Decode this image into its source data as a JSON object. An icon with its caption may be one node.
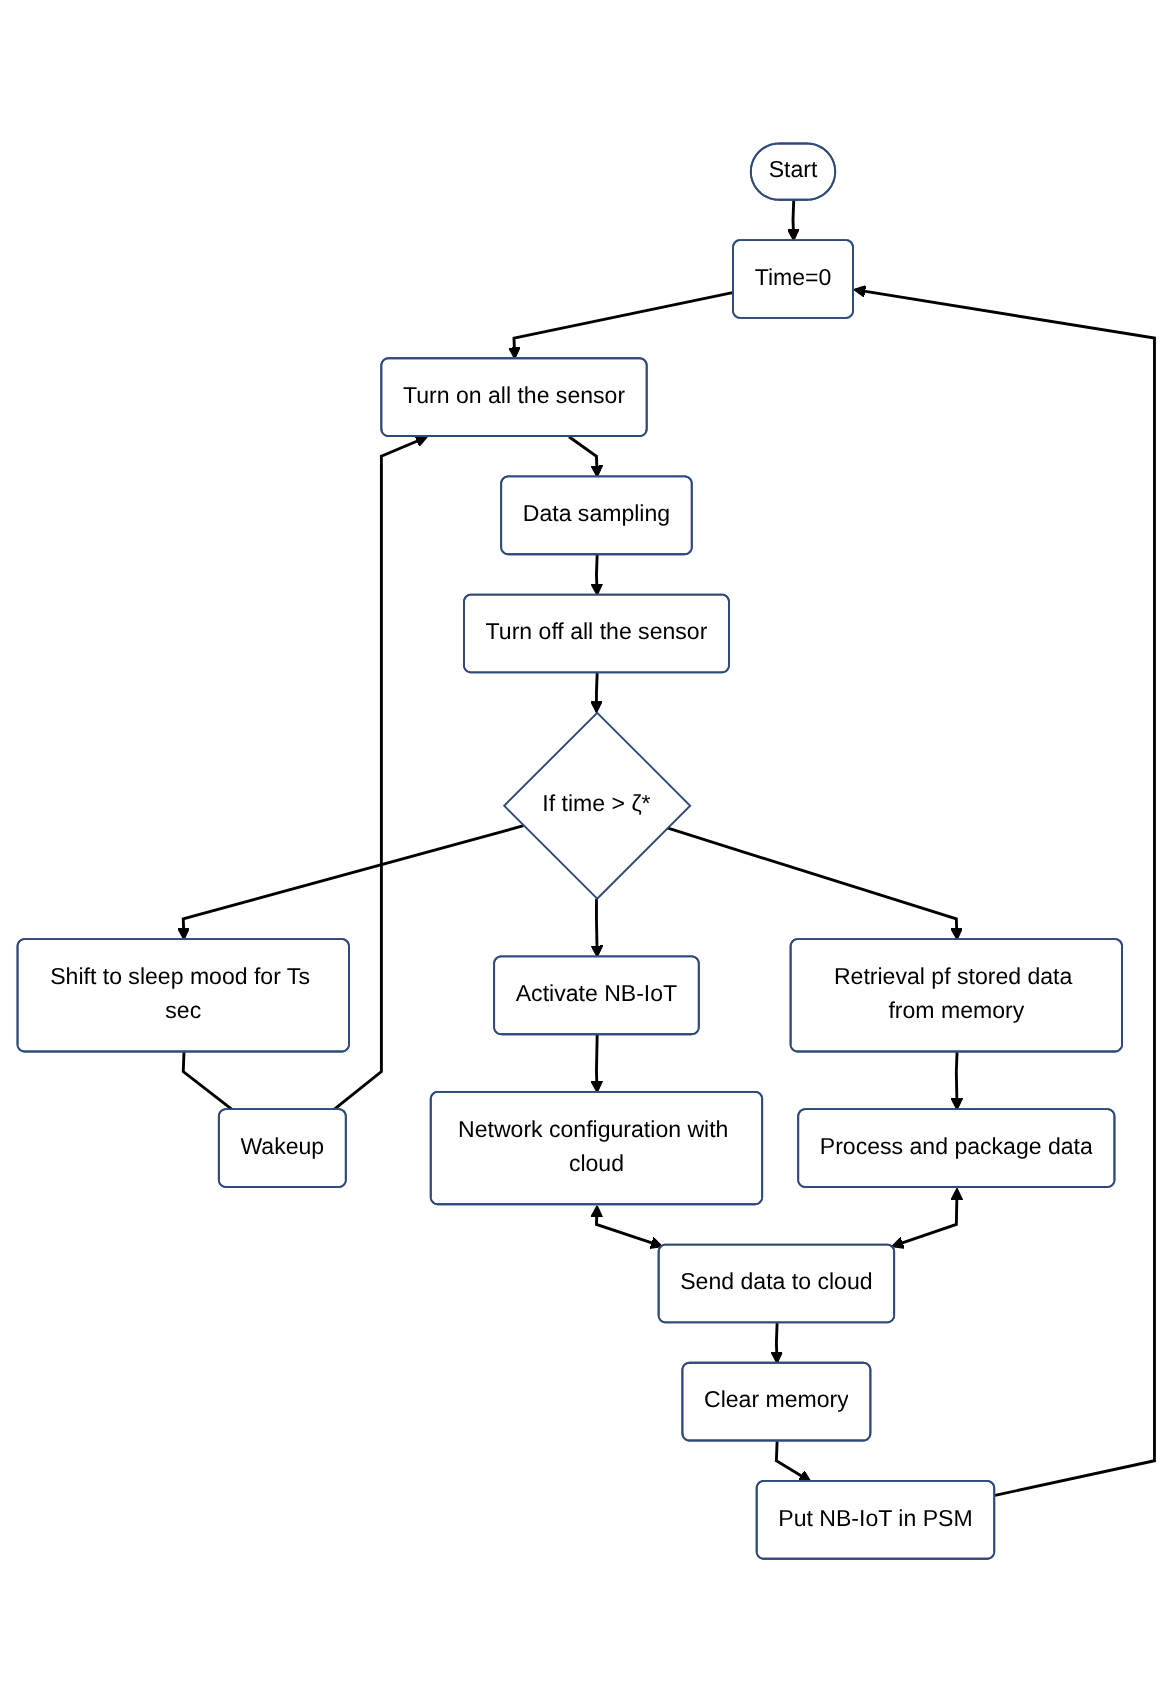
{
  "diagram": {
    "nodes": [
      {
        "text": [
          "Start"
        ]
      },
      {
        "text": [
          "Time=0"
        ]
      },
      {
        "text": [
          "Turn on all the sensor"
        ]
      },
      {
        "text": [
          "Data sampling"
        ]
      },
      {
        "text": [
          "Wakeup"
        ]
      },
      {
        "text": [
          "Turn off all the sensor"
        ]
      },
      {
        "text": [
          "Shift to sleep mood for Ts sec"
        ]
      },
      {
        "text": [
          "If time > ζ*"
        ]
      },
      {
        "text": [
          "Activate NB-IoT"
        ]
      },
      {
        "text": [
          "Retrieval pf stored data from memory"
        ]
      },
      {
        "text": [
          "Network configuration with cloud"
        ]
      },
      {
        "text": [
          "Process and package data"
        ]
      },
      {
        "text": [
          "Send data to cloud"
        ]
      },
      {
        "text": [
          "Clear memory"
        ]
      },
      {
        "text": [
          "Put NB-IoT in PSM"
        ]
      }
    ],
    "edges": [
      {
        "from": 0,
        "to": 1,
        "arrow": "to"
      },
      {
        "from": 1,
        "to": 2,
        "arrow": "to"
      },
      {
        "from": 2,
        "to": 3,
        "arrow": "to"
      },
      {
        "from": 3,
        "to": 5,
        "arrow": "to"
      },
      {
        "from": 5,
        "to": 7,
        "arrow": "to"
      },
      {
        "from": 7,
        "to": 6,
        "arrow": "to"
      },
      {
        "from": 6,
        "to": 4,
        "arrow": "none"
      },
      {
        "from": 4,
        "to": 2,
        "arrow": "to"
      },
      {
        "from": 7,
        "to": 8,
        "arrow": "to"
      },
      {
        "from": 7,
        "to": 9,
        "arrow": "to"
      },
      {
        "from": 8,
        "to": 10,
        "arrow": "to"
      },
      {
        "from": 9,
        "to": 11,
        "arrow": "to"
      },
      {
        "from": 10,
        "to": 12,
        "arrow": "both"
      },
      {
        "from": 11,
        "to": 12,
        "arrow": "both"
      },
      {
        "from": 12,
        "to": 13,
        "arrow": "to"
      },
      {
        "from": 13,
        "to": 14,
        "arrow": "to"
      },
      {
        "from": 14,
        "to": 1,
        "arrow": "to"
      }
    ]
  }
}
